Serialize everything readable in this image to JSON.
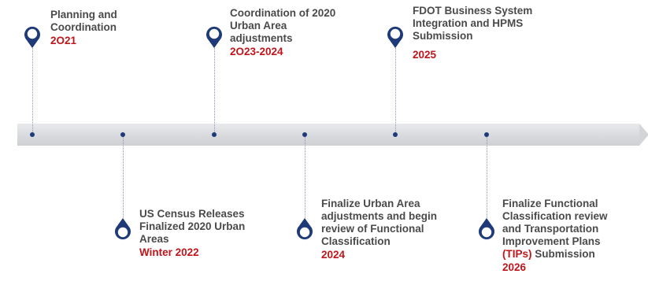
{
  "milestones": [
    {
      "lines": [
        "Planning and",
        "Coordination"
      ],
      "year": "2O21"
    },
    {
      "lines": [
        "US Census Releases",
        "Finalized 2020 Urban",
        "Areas"
      ],
      "year": "Winter 2022"
    },
    {
      "lines": [
        "Coordination of 2020",
        "Urban Area",
        "adjustments"
      ],
      "year": "2O23-2024"
    },
    {
      "lines": [
        "Finalize Urban Area",
        "adjustments and begin",
        "review of Functional",
        "Classification"
      ],
      "year": "2024"
    },
    {
      "lines": [
        "FDOT Business System",
        "Integration and HPMS",
        "Submission"
      ],
      "year": "2025"
    },
    {
      "lines": [
        "Finalize Functional",
        "Classification review",
        "and Transportation",
        "Improvement Plans"
      ],
      "last_line_red": "(TIPs)",
      "last_line_rest": " Submission",
      "year": "2026"
    }
  ],
  "colors": {
    "pin": "#1f3a78",
    "year": "#c0151b",
    "text": "#4a4a4a",
    "band": "#d9dadd"
  },
  "icon": "map-pin-icon"
}
